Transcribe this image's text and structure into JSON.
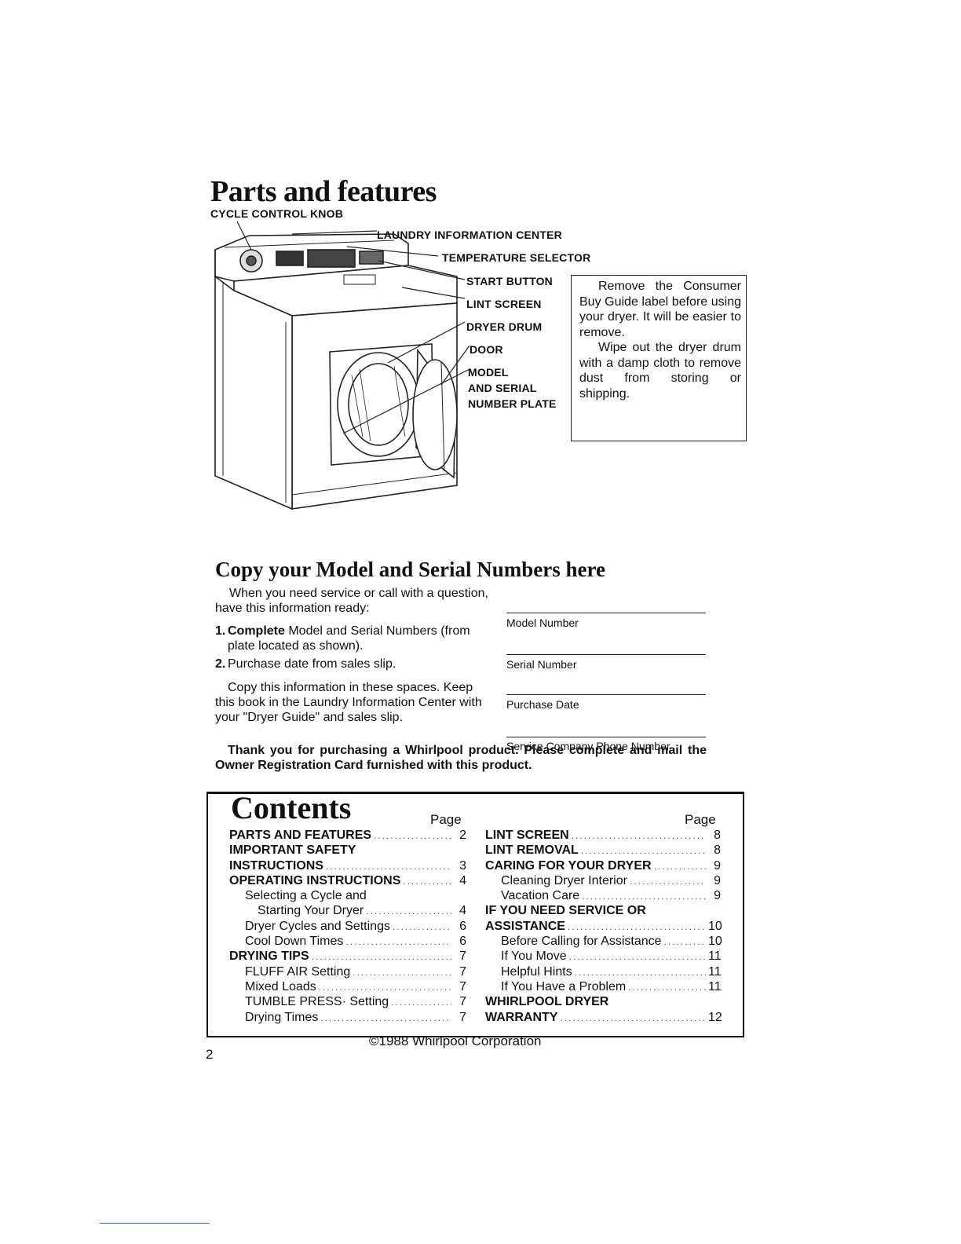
{
  "parts": {
    "title": "Parts and features",
    "callouts": {
      "cycle_control_knob": "CYCLE CONTROL KNOB",
      "laundry_info_center": "LAUNDRY INFORMATION CENTER",
      "temperature_selector": "TEMPERATURE SELECTOR",
      "start_button": "START BUTTON",
      "lint_screen": "LINT SCREEN",
      "dryer_drum": "DRYER DRUM",
      "door": "DOOR",
      "model_plate_1": "MODEL",
      "model_plate_2": "AND SERIAL",
      "model_plate_3": "NUMBER PLATE"
    },
    "note": {
      "p1": "Remove the Consumer Buy Guide label before using your dryer. It will be easier to remove.",
      "p2": "Wipe out the dryer drum with a damp cloth to remove dust from storing or shipping."
    }
  },
  "copy": {
    "title": "Copy your Model and Serial Numbers here",
    "intro": "When you need service or call with a question, have this information ready:",
    "item1_num": "1.",
    "item1_bold": "Complete",
    "item1_rest": " Model and Serial Numbers (from plate located as shown).",
    "item2_num": "2.",
    "item2": "Purchase date from sales slip.",
    "copy_text": "Copy this information in these spaces. Keep this book in the Laundry Information Center with your \"Dryer Guide\" and sales slip.",
    "thanks": "Thank you for purchasing a Whirlpool product. Please complete and mail the Owner Registration Card furnished with this product.",
    "fields": {
      "model": "Model Number",
      "serial": "Serial Number",
      "purchase": "Purchase Date",
      "service": "Service Company Phone Number"
    }
  },
  "contents": {
    "title": "Contents",
    "page_label": "Page",
    "left": [
      {
        "text": "PARTS AND FEATURES",
        "page": "2",
        "bold": true
      },
      {
        "text": "IMPORTANT SAFETY",
        "page": "",
        "bold": true
      },
      {
        "text": "INSTRUCTIONS",
        "page": "3",
        "bold": true
      },
      {
        "text": "OPERATING INSTRUCTIONS",
        "page": "4",
        "bold": true
      },
      {
        "text": "Selecting a Cycle and",
        "page": "",
        "bold": false
      },
      {
        "text": "Starting Your Dryer",
        "page": "4",
        "bold": false
      },
      {
        "text": "Dryer Cycles and Settings",
        "page": "6",
        "bold": false
      },
      {
        "text": "Cool Down Times",
        "page": "6",
        "bold": false
      },
      {
        "text": "DRYING TIPS",
        "page": "7",
        "bold": true
      },
      {
        "text": "FLUFF AIR Setting",
        "page": "7",
        "bold": false
      },
      {
        "text": "Mixed Loads",
        "page": "7",
        "bold": false
      },
      {
        "text": "TUMBLE PRESS· Setting",
        "page": "7",
        "bold": false
      },
      {
        "text": "Drying Times",
        "page": "7",
        "bold": false
      }
    ],
    "right": [
      {
        "text": "LINT SCREEN",
        "page": "8",
        "bold": true
      },
      {
        "text": "LINT REMOVAL",
        "page": "8",
        "bold": true
      },
      {
        "text": "CARING FOR YOUR DRYER",
        "page": "9",
        "bold": true
      },
      {
        "text": "Cleaning Dryer Interior",
        "page": "9",
        "bold": false
      },
      {
        "text": "Vacation Care",
        "page": "9",
        "bold": false
      },
      {
        "text": "IF YOU NEED SERVICE OR",
        "page": "",
        "bold": true
      },
      {
        "text": "ASSISTANCE",
        "page": "10",
        "bold": true
      },
      {
        "text": "Before Calling for Assistance",
        "page": "10",
        "bold": false
      },
      {
        "text": "If You Move",
        "page": "11",
        "bold": false
      },
      {
        "text": "Helpful Hints",
        "page": "11",
        "bold": false
      },
      {
        "text": "If You Have a Problem",
        "page": "11",
        "bold": false
      },
      {
        "text": "WHIRLPOOL DRYER",
        "page": "",
        "bold": true
      },
      {
        "text": "WARRANTY",
        "page": "12",
        "bold": true
      }
    ]
  },
  "footer": {
    "copyright": "©1988 Whirlpool Corporation",
    "page_number": "2"
  }
}
